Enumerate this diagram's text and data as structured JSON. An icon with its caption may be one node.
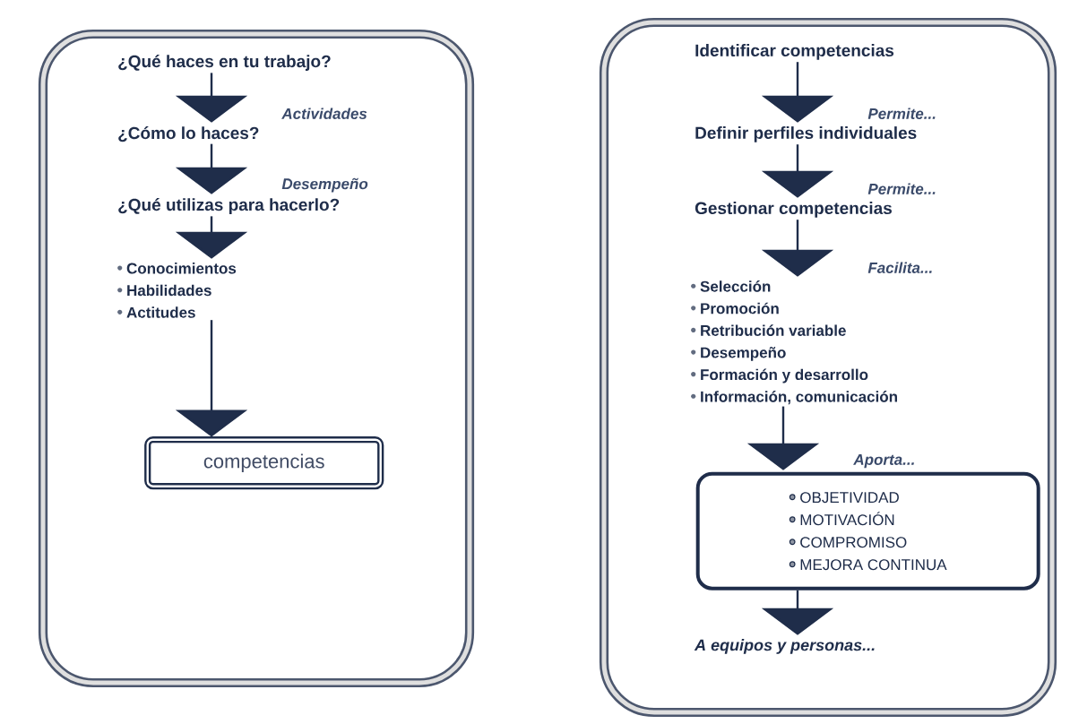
{
  "diagram": {
    "nodes": [
      {
        "text": [],
        "shape": "box"
      },
      {
        "text": [
          "¿Qué haces en tu trabajo?"
        ],
        "in": 0
      },
      {
        "text": [
          "¿Cómo lo haces?"
        ],
        "in": 0
      },
      {
        "text": [
          "¿Qué utilizas para hacerlo?"
        ],
        "in": 0
      },
      {
        "text": [
          "Conocimientos",
          "Habilidades",
          "Actitudes"
        ],
        "in": 0
      },
      {
        "text": [
          "competencias"
        ],
        "in": 0
      },
      {
        "text": [],
        "shape": "box"
      },
      {
        "text": [
          "Identificar competencias"
        ],
        "in": 6
      },
      {
        "text": [
          "Definir perfiles individuales"
        ],
        "in": 6
      },
      {
        "text": [
          "Gestionar competencias"
        ],
        "in": 6
      },
      {
        "text": [
          "Selección",
          "Promoción",
          "Retribución variable",
          "Desempeño",
          "Formación y desarrollo",
          "Información, comunicación"
        ],
        "in": 6
      },
      {
        "text": [
          "OBJETIVIDAD",
          "MOTIVACIÓN",
          "COMPROMISO",
          "MEJORA CONTINUA"
        ],
        "in": 6
      },
      {
        "text": [
          "A equipos y personas..."
        ],
        "in": 6
      }
    ],
    "edges": [
      {
        "from": 1,
        "to": 2,
        "arrow": "to",
        "label": "Actividades"
      },
      {
        "from": 2,
        "to": 3,
        "arrow": "to",
        "label": "Desempeño"
      },
      {
        "from": 3,
        "to": 4,
        "arrow": "to"
      },
      {
        "from": 4,
        "to": 5,
        "arrow": "to"
      },
      {
        "from": 7,
        "to": 8,
        "arrow": "to",
        "label": "Permite..."
      },
      {
        "from": 8,
        "to": 9,
        "arrow": "to",
        "label": "Permite..."
      },
      {
        "from": 9,
        "to": 10,
        "arrow": "to",
        "label": "Facilita..."
      },
      {
        "from": 10,
        "to": 11,
        "arrow": "to",
        "label": "Aporta..."
      },
      {
        "from": 11,
        "to": 12,
        "arrow": "to"
      }
    ]
  }
}
